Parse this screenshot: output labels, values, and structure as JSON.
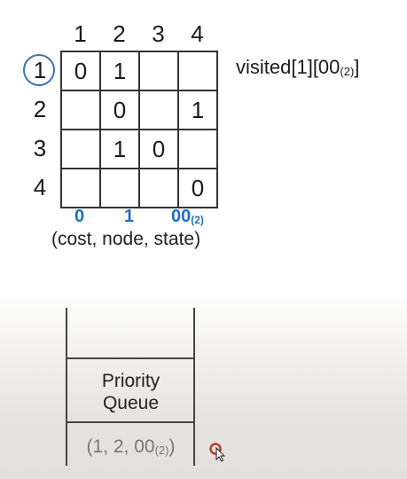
{
  "matrix": {
    "col_headers": [
      "1",
      "2",
      "3",
      "4"
    ],
    "row_headers": [
      "1",
      "2",
      "3",
      "4"
    ],
    "cells": [
      [
        "0",
        "1",
        "",
        ""
      ],
      [
        "",
        "0",
        "",
        "1"
      ],
      [
        "",
        "1",
        "0",
        ""
      ],
      [
        "",
        "",
        "",
        "0"
      ]
    ],
    "highlighted_row": "1"
  },
  "visited": {
    "text": "visited[1][00",
    "sub": "(2)",
    "suffix": "]"
  },
  "tuple": {
    "cost": "0",
    "node": "1",
    "state": "00",
    "state_sub": "(2)",
    "caption": "(cost, node, state)"
  },
  "queue": {
    "label_line1": "Priority",
    "label_line2": "Queue",
    "entry_prefix": "(1, 2, 00",
    "entry_sub": "(2)",
    "entry_suffix": ")"
  },
  "colors": {
    "highlight_circle": "#3f6fb0",
    "tuple_blue": "#1f6fbf",
    "cursor_red": "#c0392b"
  }
}
